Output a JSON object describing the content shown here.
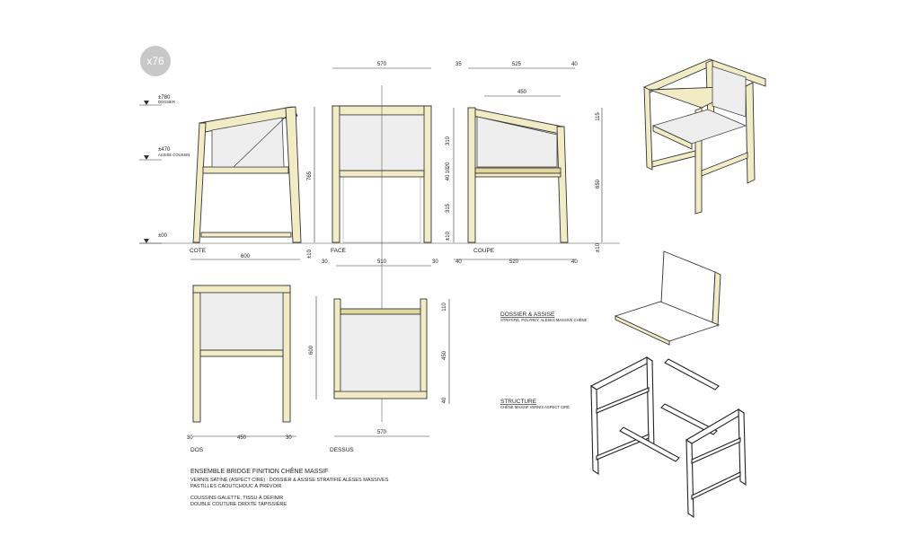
{
  "badge": {
    "text": "x76",
    "color": "#c8c8c8"
  },
  "colors": {
    "oak": "#f2ecc4",
    "oak_dark": "#e2d79c",
    "cushion": "#eeeeee"
  },
  "levels": [
    {
      "value": "±780",
      "label": "DOSSIER"
    },
    {
      "value": "±470",
      "label": "ASSISE COUSSIN"
    },
    {
      "value": "±00",
      "label": ""
    }
  ],
  "views": {
    "cote": "COTE",
    "face": "FACE",
    "coupe": "COUPE",
    "dos": "DOS",
    "dessus": "DESSUS"
  },
  "dims": {
    "cote_width": "600",
    "cote_height": "765",
    "cote_foot": "±10",
    "face_width": "570",
    "face_foot": "±10",
    "coupe_top": [
      "35",
      "525",
      "40"
    ],
    "coupe_inner": "450",
    "coupe_bottom": [
      "40",
      "520",
      "40"
    ],
    "coupe_left": [
      "310",
      "20",
      "10",
      "40",
      "315",
      "±10"
    ],
    "coupe_right": [
      "115",
      "650",
      "±10"
    ],
    "dessus_top": [
      "30",
      "510",
      "30"
    ],
    "dessus_right": [
      "110",
      "450",
      "40"
    ],
    "dessus_depth": "600",
    "dessus_bottom": "570",
    "dos_bottom": [
      "30",
      "450",
      "30"
    ]
  },
  "parts": {
    "dossier_title": "DOSSIER & ASSISE",
    "dossier_desc": "STRATIFIÉ, POLYREY, ALÈSES MASSIVE CHÊNE",
    "structure_title": "STRUCTURE",
    "structure_desc": "CHÊNE MASSIF VERNIS ASPECT CIRÉ"
  },
  "notes": {
    "title": "ENSEMBLE BRIDGE FINITION CHÊNE MASSIF",
    "lines": [
      "VERNIS SATINÉ (ASPECT CIRÉ) : DOSSIER & ASSISE STRATIFIÉ ALÈSES MASSIVES",
      "PASTILLES CAOUTCHOUC À PRÉVOIR",
      "COUSSINS GALETTE, TISSU À DÉFINIR",
      "DOUBLE COUTURE DROITE TAPISSIÈRE"
    ]
  }
}
